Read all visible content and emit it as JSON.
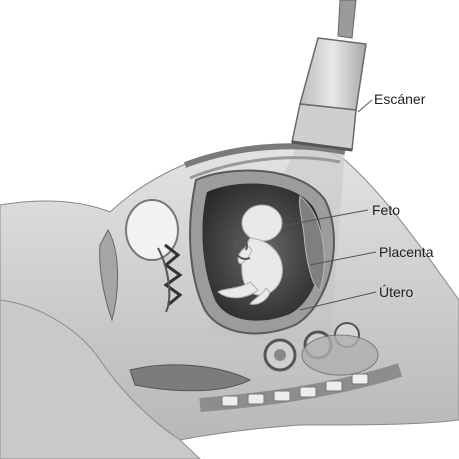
{
  "labels": {
    "scanner": "Escáner",
    "fetus": "Feto",
    "placenta": "Placenta",
    "uterus": "Útero"
  },
  "icons": {
    "scanner": "ultrasound-probe-icon",
    "fetus": "fetus-icon"
  },
  "colors": {
    "background": "#ffffff",
    "label_text": "#222222",
    "skin": "#d9d9d9",
    "tissue_dark": "#8a8a8a",
    "amniotic_dark": "#3a3a3a"
  }
}
